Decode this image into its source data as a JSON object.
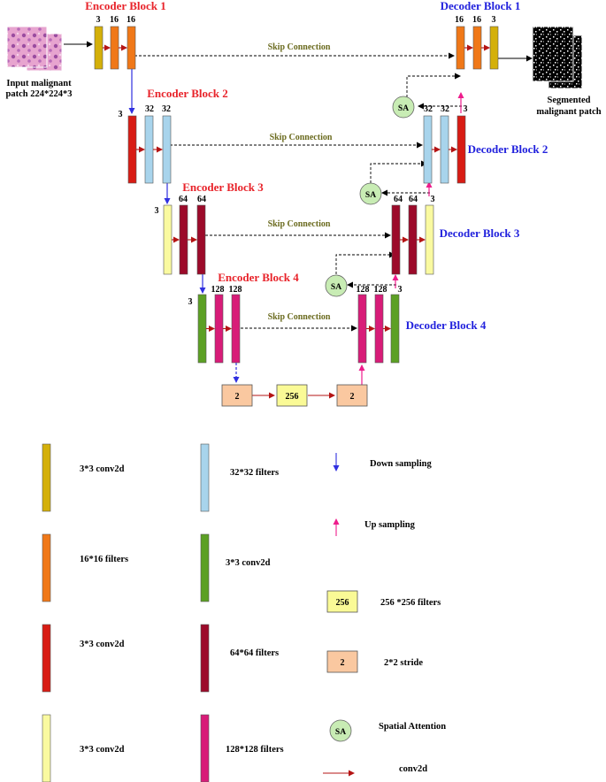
{
  "colors": {
    "conv_3x3_enc1": "#d4b00a",
    "filters_16": "#f07818",
    "conv_3x3_enc2": "#d81c14",
    "filters_32": "#a8d4ec",
    "conv_3x3_enc3": "#fafaa0",
    "filters_64": "#9c0a2a",
    "conv_3x3_enc4": "#5ca024",
    "filters_128": "#d81c78",
    "filters_256": "#fafa96",
    "stride_2": "#fac8a0",
    "spatial_attention": "#c8ecb4",
    "down_arrow": "#3030e0",
    "up_arrow": "#ee1c8c",
    "conv_arrow": "#b41414",
    "encoder_title": "#e8232a",
    "decoder_title": "#2222dd",
    "skip_label": "#6b6b1f"
  },
  "titles": {
    "encoder1": "Encoder Block 1",
    "encoder2": "Encoder Block 2",
    "encoder3": "Encoder Block 3",
    "encoder4": "Encoder Block 4",
    "decoder1": "Decoder Block 1",
    "decoder2": "Decoder Block 2",
    "decoder3": "Decoder Block 3",
    "decoder4": "Decoder Block 4"
  },
  "skip_label": "Skip Connection",
  "input_label": [
    "Input malignant",
    "patch 224*224*3"
  ],
  "output_label": [
    "Segmented",
    "malignant patch"
  ],
  "sa_label": "SA",
  "channels": {
    "enc1": [
      "3",
      "16",
      "16"
    ],
    "enc2": [
      "3",
      "32",
      "32"
    ],
    "enc3": [
      "3",
      "64",
      "64"
    ],
    "enc4": [
      "3",
      "128",
      "128"
    ],
    "dec1": [
      "16",
      "16",
      "3"
    ],
    "dec2": [
      "32",
      "32",
      "3"
    ],
    "dec3": [
      "64",
      "64",
      "3"
    ],
    "dec4": [
      "128",
      "128",
      "3"
    ]
  },
  "bottleneck": [
    "2",
    "256",
    "2"
  ],
  "legend": {
    "col1": [
      "3*3 conv2d",
      "16*16 filters",
      "3*3 conv2d",
      "3*3 conv2d"
    ],
    "col2": [
      "32*32 filters",
      "3*3 conv2d",
      "64*64 filters",
      "128*128 filters"
    ],
    "down": "Down sampling",
    "up": "Up sampling",
    "filters256_box": "256",
    "filters256": "256 *256 filters",
    "stride_box": "2",
    "stride": "2*2 stride",
    "sa_box": "SA",
    "sa": "Spatial Attention",
    "conv": "conv2d"
  }
}
